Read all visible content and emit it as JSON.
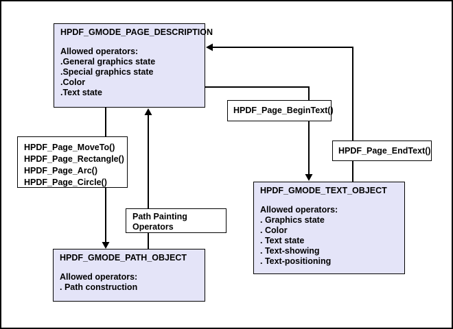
{
  "colors": {
    "box_fill": "#E4E4F8",
    "line": "#000000",
    "background": "#FFFFFF"
  },
  "boxes": {
    "page_description": {
      "title": "HPDF_GMODE_PAGE_DESCRIPTION",
      "subtitle": "Allowed operators:",
      "items": [
        ".General graphics state",
        ".Special graphics state",
        ".Color",
        ".Text state"
      ]
    },
    "draw_ops": {
      "lines": [
        "HPDF_Page_MoveTo()",
        "HPDF_Page_Rectangle()",
        "HPDF_Page_Arc()",
        "HPDF_Page_Circle()"
      ]
    },
    "begin_text": {
      "label": "HPDF_Page_BeginText()"
    },
    "end_text": {
      "label": "HPDF_Page_EndText()"
    },
    "text_object": {
      "title": "HPDF_GMODE_TEXT_OBJECT",
      "subtitle": "Allowed operators:",
      "items": [
        ". Graphics state",
        ". Color",
        ". Text state",
        ". Text-showing",
        ". Text-positioning"
      ]
    },
    "path_painting": {
      "lines": [
        "Path Painting",
        "Operators"
      ]
    },
    "path_object": {
      "title": "HPDF_GMODE_PATH_OBJECT",
      "subtitle": "Allowed operators:",
      "items": [
        ". Path construction"
      ]
    }
  }
}
